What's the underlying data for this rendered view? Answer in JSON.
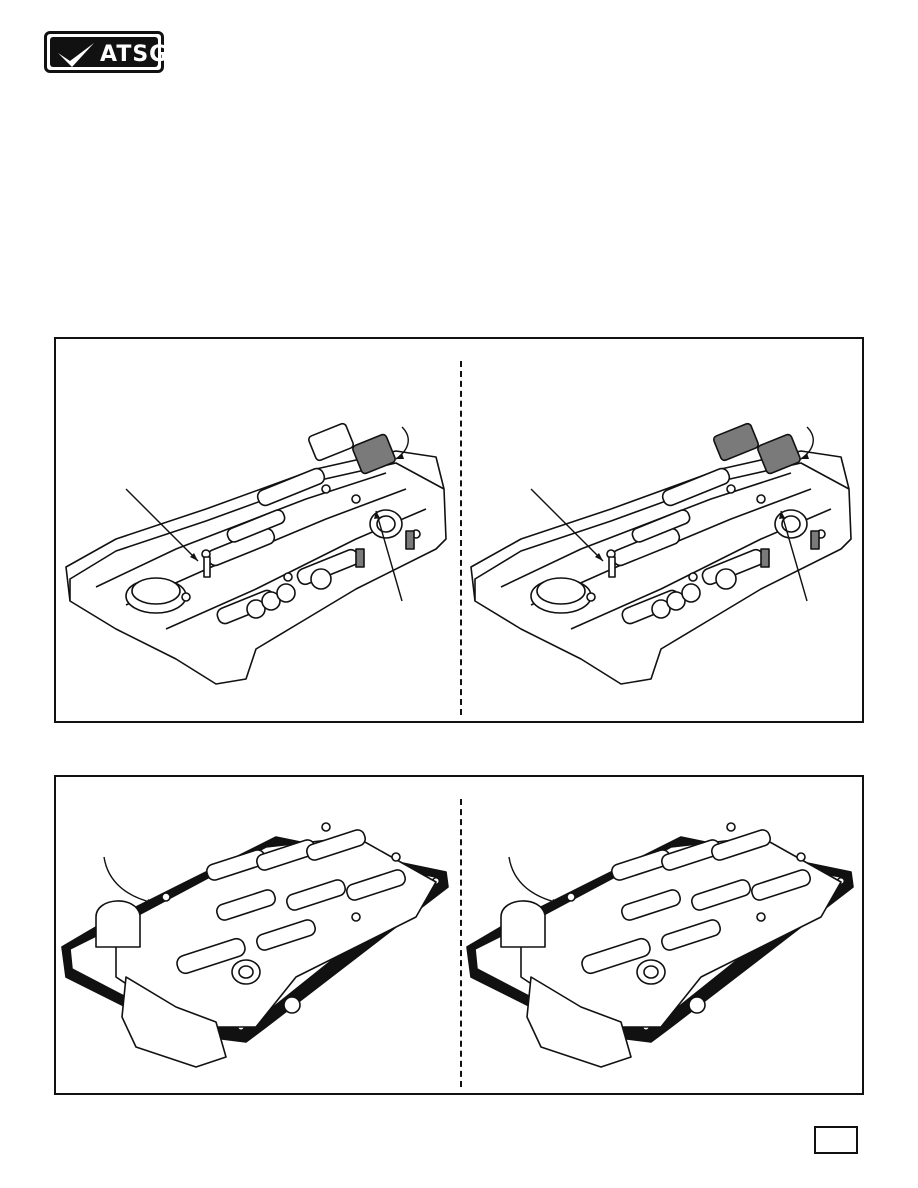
{
  "header": {
    "logo_text": "ATSG"
  },
  "figures": [
    {
      "id": "top",
      "description_icon": "valve-body-top-view"
    },
    {
      "id": "bottom",
      "description_icon": "valve-body-gasket-view"
    }
  ],
  "footer": {
    "page_number": ""
  },
  "colors": {
    "ink": "#111111",
    "paper": "#ffffff",
    "shade": "#7a7a7a"
  }
}
